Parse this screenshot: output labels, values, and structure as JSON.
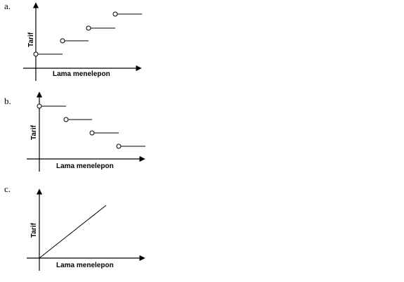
{
  "panels": [
    {
      "letter": "a.",
      "xlabel": "Lama menelepon",
      "ylabel": "Tarif"
    },
    {
      "letter": "b.",
      "xlabel": "Lama menelepon",
      "ylabel": "Tarif"
    },
    {
      "letter": "c.",
      "xlabel": "Lama menelepon",
      "ylabel": "Tarif"
    }
  ],
  "colors": {
    "ink": "#000000",
    "open_point_fill": "#ffffff"
  }
}
